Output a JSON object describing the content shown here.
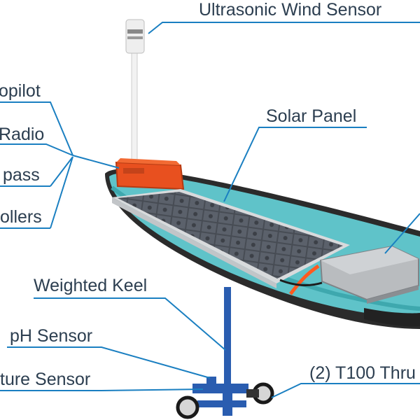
{
  "labels": {
    "wind": "Ultrasonic Wind Sensor",
    "autopilot": "opilot",
    "radio": "Radio",
    "compass": "pass",
    "controllers": "ollers",
    "solar": "Solar Panel",
    "keel": "Weighted Keel",
    "ph": "pH Sensor",
    "temperature": "ture Sensor",
    "thrusters": "(2) T100 Thru"
  },
  "colors": {
    "leader_line": "#1a7fc1",
    "board": "#5fc3c9",
    "board_rail": "#2b2b2b",
    "orange_case": "#e8501f",
    "gray_case": "#b9bcbf",
    "solar_cell": "#4a4f57",
    "solar_frame": "#d8dadc",
    "keel": "#2a5db0",
    "mast": "#f2f2f2"
  }
}
